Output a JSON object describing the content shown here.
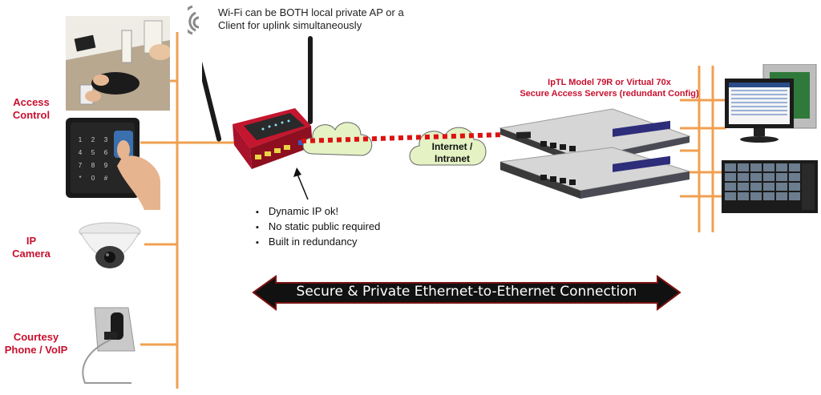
{
  "wifi_note": {
    "line1": "Wi-Fi can be BOTH local private AP or a",
    "line2": "Client for uplink simultaneously"
  },
  "left_devices": [
    {
      "label_line1": "Access",
      "label_line2": "Control"
    },
    {
      "label_line1": "IP",
      "label_line2": "Camera"
    },
    {
      "label_line1": "Courtesy",
      "label_line2": "Phone / VoIP"
    }
  ],
  "router_features": [
    "Dynamic IP ok!",
    "No static public required",
    "Built in redundancy"
  ],
  "network_cloud": {
    "line1": "Internet /",
    "line2": "Intranet"
  },
  "servers_title": {
    "line1": "IpTL Model 79R or Virtual 70x",
    "line2": "Secure Access Servers (redundant  Config)"
  },
  "banner": {
    "text": "Secure & Private Ethernet-to-Ethernet Connection"
  },
  "colors": {
    "bus_line": "#f0a050",
    "label_red": "#c8102e",
    "tunnel_red": "#dd1111",
    "cloud_fill": "#e4f2c4",
    "banner_fill": "#111111",
    "banner_edge": "#7a1010"
  }
}
